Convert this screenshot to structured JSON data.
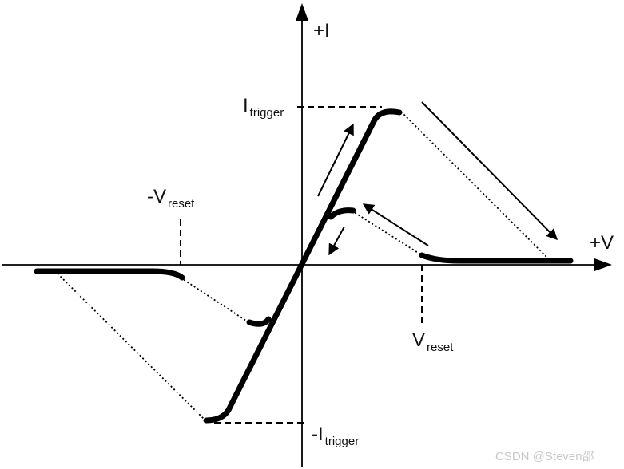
{
  "axes": {
    "y_label": "+I",
    "x_label": "+V"
  },
  "labels": {
    "i_trigger_main": "I",
    "i_trigger_sub": "trigger",
    "neg_i_trigger_main": "-I",
    "neg_i_trigger_sub": "trigger",
    "v_reset_main": "V",
    "v_reset_sub": "reset",
    "neg_v_reset_main": "-V",
    "neg_v_reset_sub": "reset"
  },
  "watermark": "CSDN @Steven邵",
  "colors": {
    "ink": "#000000",
    "watermark": "#c8c8c8"
  }
}
